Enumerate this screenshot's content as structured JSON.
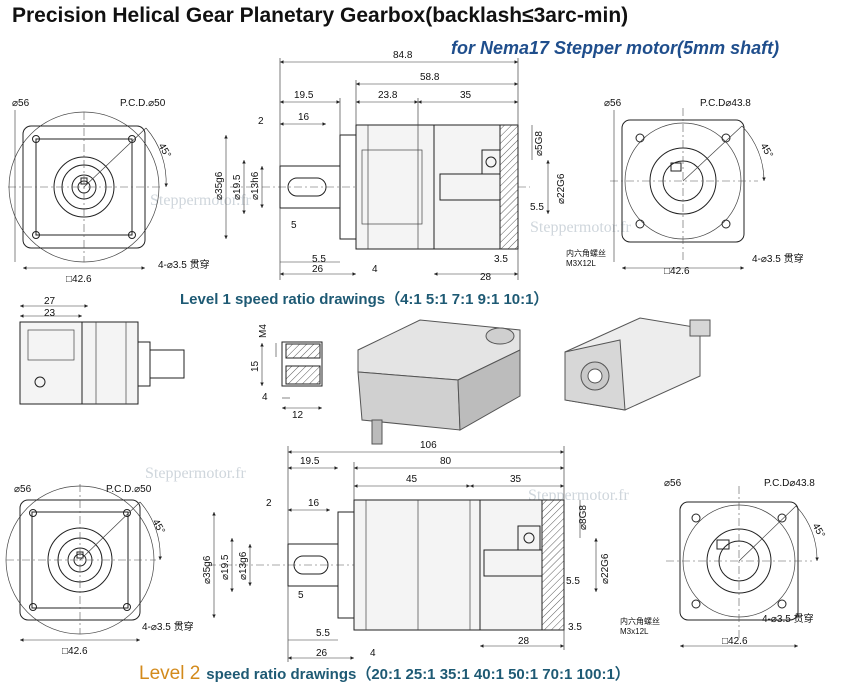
{
  "title": "Precision Helical Gear Planetary Gearbox(backlash≤3arc-min)",
  "subtitle": "for Nema17 Stepper motor(5mm shaft)",
  "level1": "Level 1 speed ratio drawings（4:1    5:1    7:1    9:1    10:1）",
  "level2": {
    "lvl": "Level 2",
    "rest": "speed ratio drawings（20:1  25:1  35:1  40:1  50:1  70:1  100:1）"
  },
  "watermark": "Steppermotor.fr",
  "l1_front": {
    "od": "⌀56",
    "pcd": "P.C.D.⌀50",
    "angle": "45°",
    "holes": "4-⌀3.5 贯穿",
    "square": "□42.6"
  },
  "l1_side": {
    "total": "84.8",
    "len1": "58.8",
    "len2": "19.5",
    "len3": "23.8",
    "len4": "35",
    "len5": "2",
    "len6": "16",
    "dia_flange": "⌀35g6",
    "dia_shaft": "⌀19.5",
    "dia_key": "⌀13h6",
    "key": "5",
    "bot1": "5.5",
    "bot2": "26",
    "bot3": "4",
    "bot4": "3.5",
    "bot5": "28",
    "bore": "⌀5G8",
    "bore2": "⌀22G6",
    "right1": "5.5"
  },
  "l1_rear": {
    "od": "⌀56",
    "pcd": "P.C.D⌀43.8",
    "angle": "45°",
    "screw": "内六角螺丝\nM3X12L",
    "screw1": "内六角螺丝",
    "screw2": "M3X12L",
    "holes": "4-⌀3.5 贯穿",
    "square": "□42.6"
  },
  "mid": {
    "d27": "27",
    "d23": "23",
    "m4": "M4",
    "d15": "15",
    "d4": "4",
    "d12": "12"
  },
  "l2_front": {
    "od": "⌀56",
    "pcd": "P.C.D.⌀50",
    "angle": "45°",
    "holes": "4-⌀3.5 贯穿",
    "square": "□42.6"
  },
  "l2_side": {
    "total": "106",
    "len1": "80",
    "len2": "19.5",
    "len3": "45",
    "len4": "35",
    "len5": "2",
    "len6": "16",
    "dia_flange": "⌀35g6",
    "dia_shaft": "⌀19.5",
    "dia_key": "⌀13g6",
    "key": "5",
    "bot1": "5.5",
    "bot2": "26",
    "bot3": "4",
    "bot4": "3.5",
    "bot5": "28",
    "bore": "⌀8G8",
    "bore2": "⌀22G6",
    "right1": "5.5"
  },
  "l2_rear": {
    "od": "⌀56",
    "pcd": "P.C.D⌀43.8",
    "angle": "45°",
    "screw1": "内六角螺丝",
    "screw2": "M3x12L",
    "holes": "4-⌀3.5 贯穿",
    "square": "□42.6"
  }
}
